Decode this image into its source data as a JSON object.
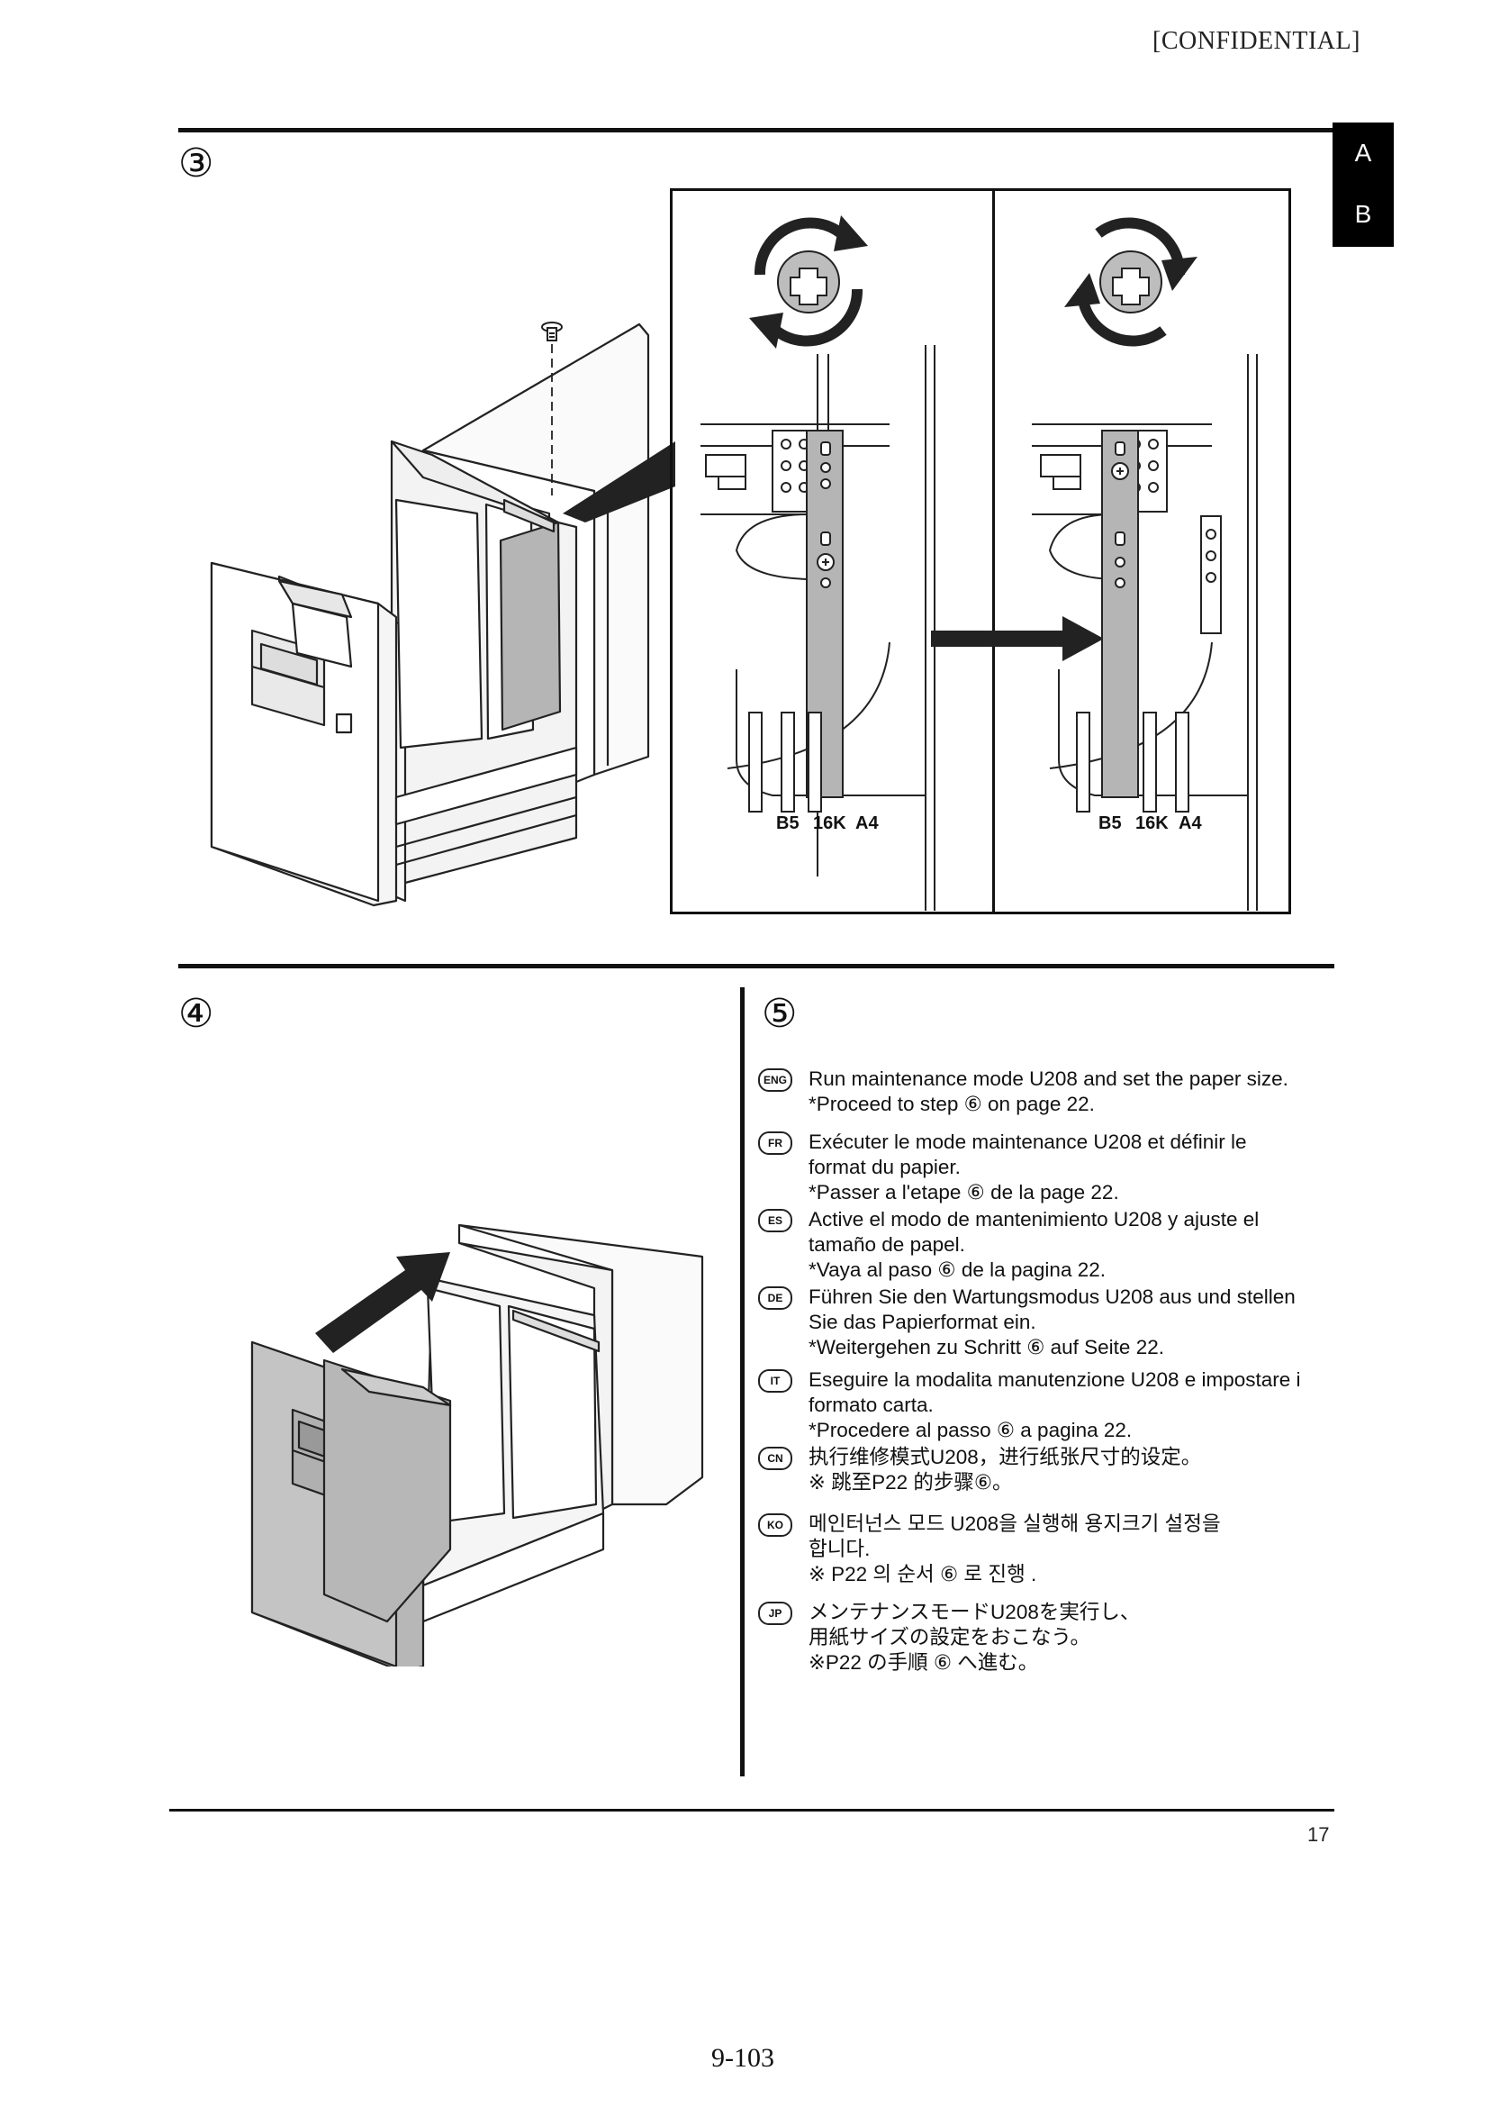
{
  "header": {
    "confidential": "[CONFIDENTIAL]"
  },
  "side_tab": {
    "top": "A",
    "bottom": "B"
  },
  "steps": {
    "s3": "③",
    "s4": "④",
    "s5": "⑤"
  },
  "figure_labels": {
    "left": {
      "b5": "B5",
      "k16": "16K",
      "a4": "A4"
    },
    "right": {
      "b5": "B5",
      "k16": "16K",
      "a4": "A4"
    }
  },
  "instructions": [
    {
      "lang": "ENG",
      "text": "Run maintenance mode U208 and set the paper size.\n  *Proceed to step ⑥ on page 22."
    },
    {
      "lang": "FR",
      "text": "Exécuter le mode maintenance U208 et définir le\nformat du papier.\n*Passer a l'etape ⑥ de la page 22."
    },
    {
      "lang": "ES",
      "text": "Active el modo de mantenimiento U208 y ajuste el\ntamaño de papel.\n*Vaya al paso ⑥ de la pagina 22."
    },
    {
      "lang": "DE",
      "text": "Führen Sie den Wartungsmodus U208 aus und stellen\nSie das Papierformat ein.\n*Weitergehen zu Schritt ⑥ auf Seite 22."
    },
    {
      "lang": "IT",
      "text": "Eseguire la modalita manutenzione U208 e impostare i\nformato carta.\n*Procedere al passo ⑥ a pagina 22."
    },
    {
      "lang": "CN",
      "text": "执行维修模式U208，进行纸张尺寸的设定。\n※ 跳至P22 的步骤⑥。"
    },
    {
      "lang": "KO",
      "text": "메인터넌스 모드 U208을 실행해 용지크기 설정을\n합니다.\n※ P22 의 순서 ⑥ 로 진행 ."
    },
    {
      "lang": "JP",
      "text": "メンテナンスモードU208を実行し、\n用紙サイズの設定をおこなう。\n※P22 の手順 ⑥ へ進む。"
    }
  ],
  "footer": {
    "page_small": "17",
    "page_number": "9-103"
  }
}
